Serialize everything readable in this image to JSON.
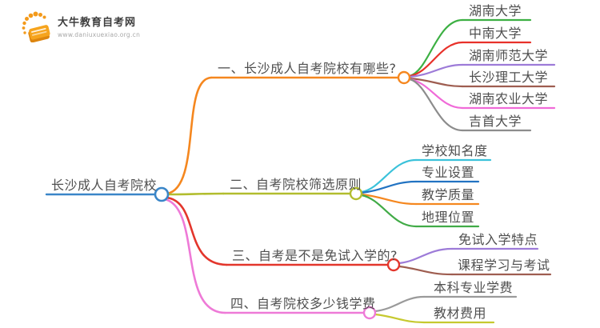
{
  "logo": {
    "title": "大牛教育自考网",
    "url": "www.daniuxuexiao.org.cn",
    "icon_color": "#f39a1b"
  },
  "root": {
    "label": "长沙成人自考院校",
    "color": "#3a86c8"
  },
  "text_color": "#4f4f4f",
  "branches": [
    {
      "label": "一、长沙成人自考院校有哪些?",
      "color": "#f5871f",
      "children": [
        {
          "label": "湖南大学",
          "color": "#3cb043"
        },
        {
          "label": "中南大学",
          "color": "#e8312a"
        },
        {
          "label": "湖南师范大学",
          "color": "#9d7bd8"
        },
        {
          "label": "长沙理工大学",
          "color": "#9e5d50"
        },
        {
          "label": "湖南农业大学",
          "color": "#f06ad8"
        },
        {
          "label": "吉首大学",
          "color": "#8c8c8c"
        }
      ]
    },
    {
      "label": "二、自考院校筛选原则",
      "color": "#b2bd2e",
      "children": [
        {
          "label": "学校知名度",
          "color": "#3bc2da"
        },
        {
          "label": "专业设置",
          "color": "#2273c2"
        },
        {
          "label": "教学质量",
          "color": "#f5871f"
        },
        {
          "label": "地理位置",
          "color": "#41ab47"
        }
      ]
    },
    {
      "label": "三、自考是不是免试入学的?",
      "color": "#e3362c",
      "children": [
        {
          "label": "免试入学特点",
          "color": "#9d7bd8"
        },
        {
          "label": "课程学习与考试",
          "color": "#9e5d50"
        }
      ]
    },
    {
      "label": "四、自考院校多少钱学费",
      "color": "#ee7ad7",
      "children": [
        {
          "label": "本科专业学费",
          "color": "#9a9a9a"
        },
        {
          "label": "教材费用",
          "color": "#c6c92f"
        }
      ]
    }
  ]
}
